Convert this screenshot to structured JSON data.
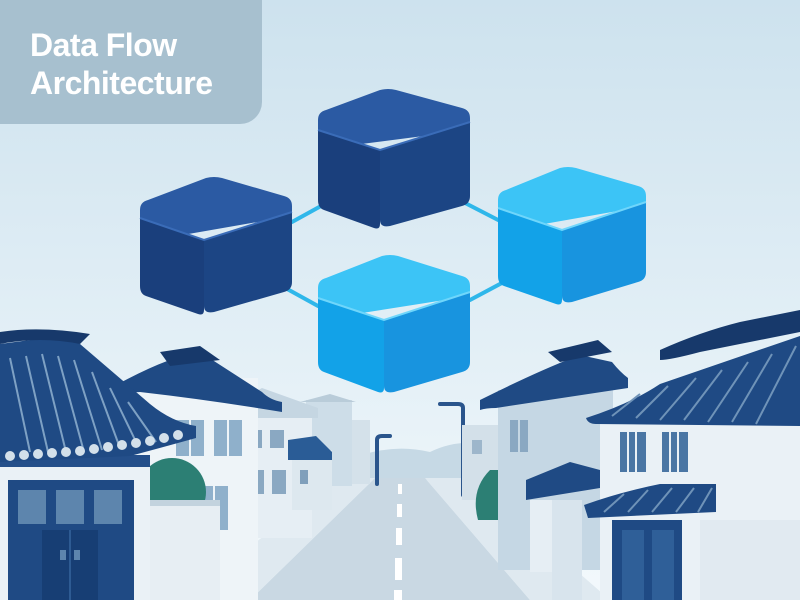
{
  "title": {
    "line1": "Data Flow",
    "line2": "Architecture"
  },
  "diagram": {
    "nodes": [
      {
        "id": "top-node",
        "color": "#1e4a8c"
      },
      {
        "id": "left-node",
        "color": "#1e4a8c"
      },
      {
        "id": "bottom-node",
        "color": "#1aa3ef"
      },
      {
        "id": "right-node",
        "color": "#1aa3ef"
      }
    ],
    "connector_color": "#2fb7ea"
  },
  "colors": {
    "sky_top": "#cfe3ee",
    "sky_bottom": "#f2f8fb",
    "title_panel": "#a7c0cf",
    "roof": "#1f4a84",
    "road": "#c9d9e4"
  }
}
